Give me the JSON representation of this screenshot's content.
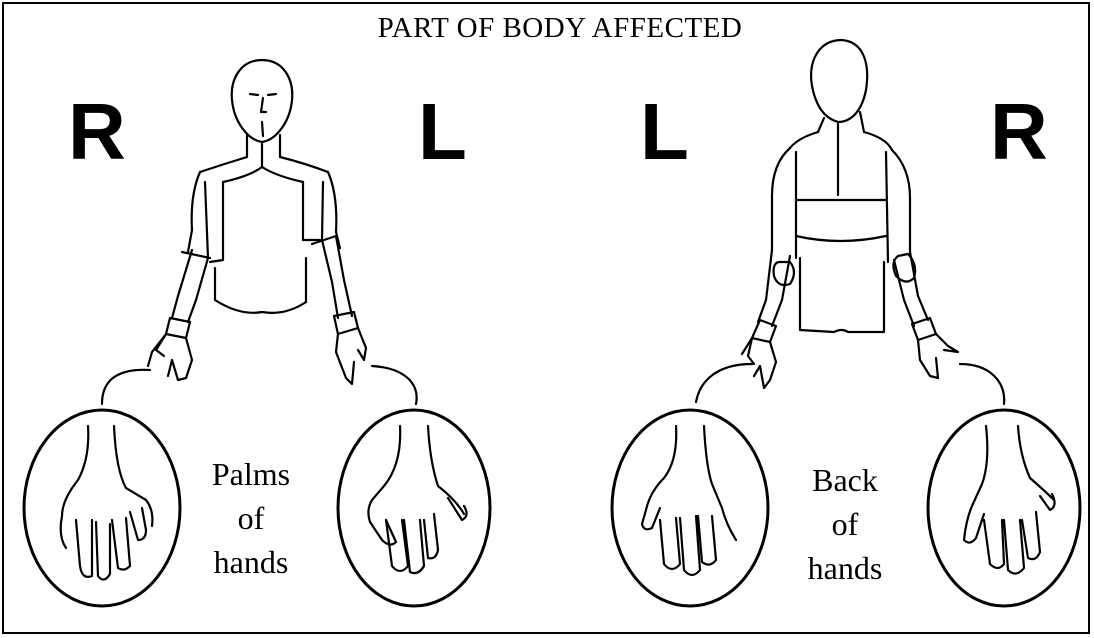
{
  "title": "PART OF BODY AFFECTED",
  "front_view": {
    "left_side_label": "R",
    "right_side_label": "L",
    "caption": [
      "Palms",
      "of",
      "hands"
    ]
  },
  "back_view": {
    "left_side_label": "L",
    "right_side_label": "R",
    "caption": [
      "Back",
      "of",
      "hands"
    ]
  },
  "colors": {
    "line": "#000000",
    "background": "#ffffff"
  }
}
